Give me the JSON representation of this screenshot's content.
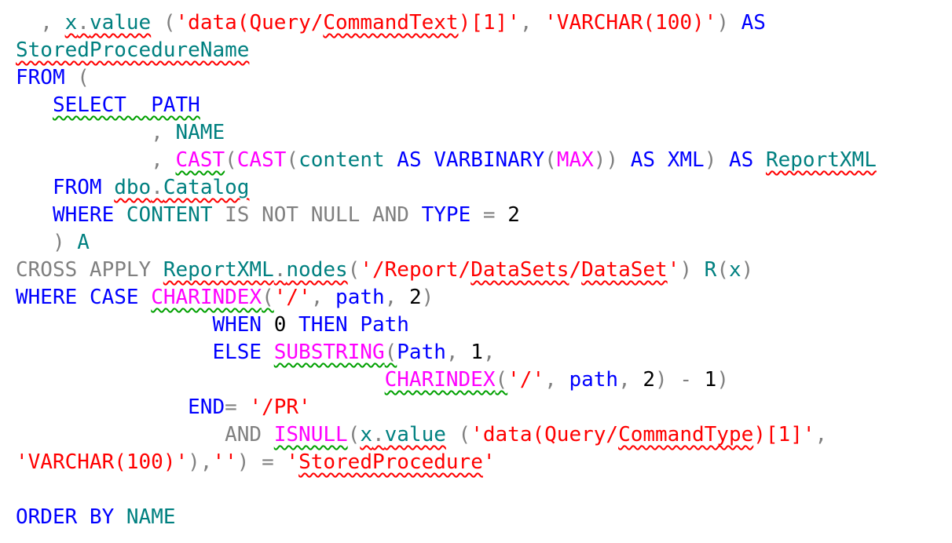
{
  "colors": {
    "keyword": "#0000ff",
    "identifier": "#008080",
    "string": "#ff0000",
    "operator": "#808080",
    "function": "#ff00ff",
    "number": "#000000",
    "squiggle_error": "#ff0000",
    "squiggle_warning": "#00a000"
  },
  "code": {
    "lines": [
      [
        {
          "t": "  , ",
          "c": "gray"
        },
        {
          "t": "x",
          "c": "id",
          "sq": "red"
        },
        {
          "t": ".",
          "c": "gray",
          "sq": "red"
        },
        {
          "t": "value",
          "c": "id",
          "sq": "red"
        },
        {
          "t": " (",
          "c": "gray"
        },
        {
          "t": "'data(Query/",
          "c": "str"
        },
        {
          "t": "CommandText",
          "c": "str",
          "sq": "red"
        },
        {
          "t": ")[1]'",
          "c": "str"
        },
        {
          "t": ", ",
          "c": "gray"
        },
        {
          "t": "'VARCHAR(100)'",
          "c": "str"
        },
        {
          "t": ") ",
          "c": "gray"
        },
        {
          "t": "AS",
          "c": "kw"
        }
      ],
      [
        {
          "t": "StoredProcedureName",
          "c": "id",
          "sq": "red"
        }
      ],
      [
        {
          "t": "FROM",
          "c": "kw"
        },
        {
          "t": " (",
          "c": "gray"
        }
      ],
      [
        {
          "t": "   ",
          "c": "gray"
        },
        {
          "t": "SELECT  PATH",
          "c": "kw",
          "sq": "green"
        }
      ],
      [
        {
          "t": "           , ",
          "c": "gray"
        },
        {
          "t": "NAME",
          "c": "id"
        }
      ],
      [
        {
          "t": "           , ",
          "c": "gray"
        },
        {
          "t": "CAST",
          "c": "fn",
          "sq": "green"
        },
        {
          "t": "(",
          "c": "gray"
        },
        {
          "t": "CAST",
          "c": "fn"
        },
        {
          "t": "(",
          "c": "gray"
        },
        {
          "t": "content",
          "c": "id"
        },
        {
          "t": " ",
          "c": "gray"
        },
        {
          "t": "AS",
          "c": "kw"
        },
        {
          "t": " ",
          "c": "gray"
        },
        {
          "t": "VARBINARY",
          "c": "kw"
        },
        {
          "t": "(",
          "c": "gray"
        },
        {
          "t": "MAX",
          "c": "fn"
        },
        {
          "t": ")) ",
          "c": "gray"
        },
        {
          "t": "AS",
          "c": "kw"
        },
        {
          "t": " ",
          "c": "gray"
        },
        {
          "t": "XML",
          "c": "kw"
        },
        {
          "t": ") ",
          "c": "gray"
        },
        {
          "t": "AS",
          "c": "kw"
        },
        {
          "t": " ",
          "c": "gray"
        },
        {
          "t": "ReportXML",
          "c": "id",
          "sq": "red"
        }
      ],
      [
        {
          "t": "   ",
          "c": "gray"
        },
        {
          "t": "FROM",
          "c": "kw"
        },
        {
          "t": " ",
          "c": "gray"
        },
        {
          "t": "dbo",
          "c": "id",
          "sq": "red"
        },
        {
          "t": ".",
          "c": "gray",
          "sq": "red"
        },
        {
          "t": "Catalog",
          "c": "id",
          "sq": "red"
        }
      ],
      [
        {
          "t": "   ",
          "c": "gray"
        },
        {
          "t": "WHERE",
          "c": "kw"
        },
        {
          "t": " ",
          "c": "gray"
        },
        {
          "t": "CONTENT",
          "c": "id"
        },
        {
          "t": " ",
          "c": "gray"
        },
        {
          "t": "IS NOT NULL AND",
          "c": "gray"
        },
        {
          "t": " ",
          "c": "gray"
        },
        {
          "t": "TYPE",
          "c": "kw"
        },
        {
          "t": " = ",
          "c": "gray"
        },
        {
          "t": "2",
          "c": "blk"
        }
      ],
      [
        {
          "t": "   ) ",
          "c": "gray"
        },
        {
          "t": "A",
          "c": "id"
        }
      ],
      [
        {
          "t": "CROSS APPLY",
          "c": "gray"
        },
        {
          "t": " ",
          "c": "gray"
        },
        {
          "t": "ReportXML",
          "c": "id",
          "sq": "red"
        },
        {
          "t": ".",
          "c": "gray",
          "sq": "red"
        },
        {
          "t": "nodes",
          "c": "id",
          "sq": "red"
        },
        {
          "t": "(",
          "c": "gray"
        },
        {
          "t": "'/Report/",
          "c": "str"
        },
        {
          "t": "DataSets",
          "c": "str",
          "sq": "red"
        },
        {
          "t": "/",
          "c": "str"
        },
        {
          "t": "DataSet",
          "c": "str",
          "sq": "red"
        },
        {
          "t": "'",
          "c": "str"
        },
        {
          "t": ") ",
          "c": "gray"
        },
        {
          "t": "R",
          "c": "id"
        },
        {
          "t": "(",
          "c": "gray"
        },
        {
          "t": "x",
          "c": "id"
        },
        {
          "t": ")",
          "c": "gray"
        }
      ],
      [
        {
          "t": "WHERE",
          "c": "kw"
        },
        {
          "t": " ",
          "c": "gray"
        },
        {
          "t": "CASE",
          "c": "kw"
        },
        {
          "t": " ",
          "c": "gray"
        },
        {
          "t": "CHARINDEX",
          "c": "fn",
          "sq": "green"
        },
        {
          "t": "(",
          "c": "gray",
          "sq": "green"
        },
        {
          "t": "'/'",
          "c": "str"
        },
        {
          "t": ", ",
          "c": "gray"
        },
        {
          "t": "path",
          "c": "kw"
        },
        {
          "t": ", ",
          "c": "gray"
        },
        {
          "t": "2",
          "c": "blk"
        },
        {
          "t": ")",
          "c": "gray"
        }
      ],
      [
        {
          "t": "                ",
          "c": "gray"
        },
        {
          "t": "WHEN",
          "c": "kw"
        },
        {
          "t": " ",
          "c": "gray"
        },
        {
          "t": "0",
          "c": "blk"
        },
        {
          "t": " ",
          "c": "gray"
        },
        {
          "t": "THEN",
          "c": "kw"
        },
        {
          "t": " ",
          "c": "gray"
        },
        {
          "t": "Path",
          "c": "kw"
        }
      ],
      [
        {
          "t": "                ",
          "c": "gray"
        },
        {
          "t": "ELSE",
          "c": "kw"
        },
        {
          "t": " ",
          "c": "gray"
        },
        {
          "t": "SUBSTRING",
          "c": "fn",
          "sq": "green"
        },
        {
          "t": "(",
          "c": "gray",
          "sq": "green"
        },
        {
          "t": "Path",
          "c": "kw"
        },
        {
          "t": ", ",
          "c": "gray"
        },
        {
          "t": "1",
          "c": "blk"
        },
        {
          "t": ",",
          "c": "gray"
        }
      ],
      [
        {
          "t": "                              ",
          "c": "gray"
        },
        {
          "t": "CHARINDEX",
          "c": "fn",
          "sq": "green"
        },
        {
          "t": "(",
          "c": "gray",
          "sq": "green"
        },
        {
          "t": "'/'",
          "c": "str"
        },
        {
          "t": ", ",
          "c": "gray"
        },
        {
          "t": "path",
          "c": "kw"
        },
        {
          "t": ", ",
          "c": "gray"
        },
        {
          "t": "2",
          "c": "blk"
        },
        {
          "t": ") - ",
          "c": "gray"
        },
        {
          "t": "1",
          "c": "blk"
        },
        {
          "t": ")",
          "c": "gray"
        }
      ],
      [
        {
          "t": "              ",
          "c": "gray"
        },
        {
          "t": "END",
          "c": "kw"
        },
        {
          "t": "= ",
          "c": "gray"
        },
        {
          "t": "'/PR'",
          "c": "str"
        }
      ],
      [
        {
          "t": "                 ",
          "c": "gray"
        },
        {
          "t": "AND",
          "c": "gray"
        },
        {
          "t": " ",
          "c": "gray"
        },
        {
          "t": "ISNULL",
          "c": "fn",
          "sq": "green"
        },
        {
          "t": "(",
          "c": "gray"
        },
        {
          "t": "x",
          "c": "id",
          "sq": "red"
        },
        {
          "t": ".",
          "c": "gray",
          "sq": "red"
        },
        {
          "t": "value",
          "c": "id",
          "sq": "red"
        },
        {
          "t": " (",
          "c": "gray"
        },
        {
          "t": "'data(Query/",
          "c": "str"
        },
        {
          "t": "CommandType",
          "c": "str",
          "sq": "red"
        },
        {
          "t": ")[1]'",
          "c": "str"
        },
        {
          "t": ",",
          "c": "gray"
        }
      ],
      [
        {
          "t": "'VARCHAR(100)'",
          "c": "str"
        },
        {
          "t": "),",
          "c": "gray"
        },
        {
          "t": "''",
          "c": "str"
        },
        {
          "t": ") = ",
          "c": "gray"
        },
        {
          "t": "'",
          "c": "str"
        },
        {
          "t": "StoredProcedure",
          "c": "str",
          "sq": "red"
        },
        {
          "t": "'",
          "c": "str"
        }
      ],
      [],
      [
        {
          "t": "ORDER BY",
          "c": "kw"
        },
        {
          "t": " ",
          "c": "gray"
        },
        {
          "t": "NAME",
          "c": "id"
        }
      ]
    ]
  }
}
